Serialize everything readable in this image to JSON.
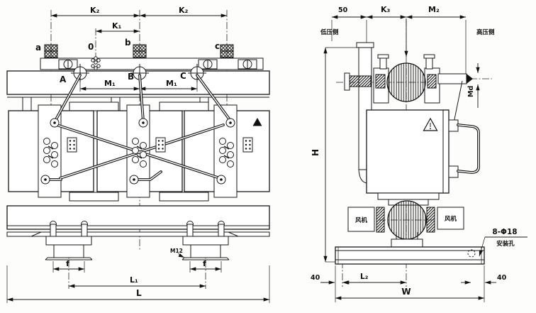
{
  "front_view": {
    "dim_k2_left": "K₂",
    "dim_k2_right": "K₂",
    "dim_k1": "K₁",
    "term_a": "a",
    "term_0": "0",
    "term_b": "b",
    "term_c": "c",
    "phase_a": "A",
    "phase_b": "B",
    "phase_c": "C",
    "dim_m1_left": "M₁",
    "dim_m1_right": "M₁",
    "dim_f_left": "f",
    "dim_f_right": "f",
    "dim_l1": "L₁",
    "dim_l": "L",
    "thread_label": "M12"
  },
  "side_view": {
    "dim_50": "50",
    "dim_k3": "K₃",
    "dim_m2": "M₂",
    "label_lv_side": "低压侧",
    "label_hv_side": "高压侧",
    "dim_md": "Md",
    "dim_h": "H",
    "label_fan_left": "风机",
    "label_fan_right": "风机",
    "mount_holes_spec": "8-Φ18",
    "mount_holes_label": "安装孔",
    "dim_40_left": "40",
    "dim_l2": "L₂",
    "dim_40_right": "40",
    "dim_w": "W"
  },
  "colors": {
    "ink": "#1a1a1a",
    "paper": "#fdfdfb"
  }
}
